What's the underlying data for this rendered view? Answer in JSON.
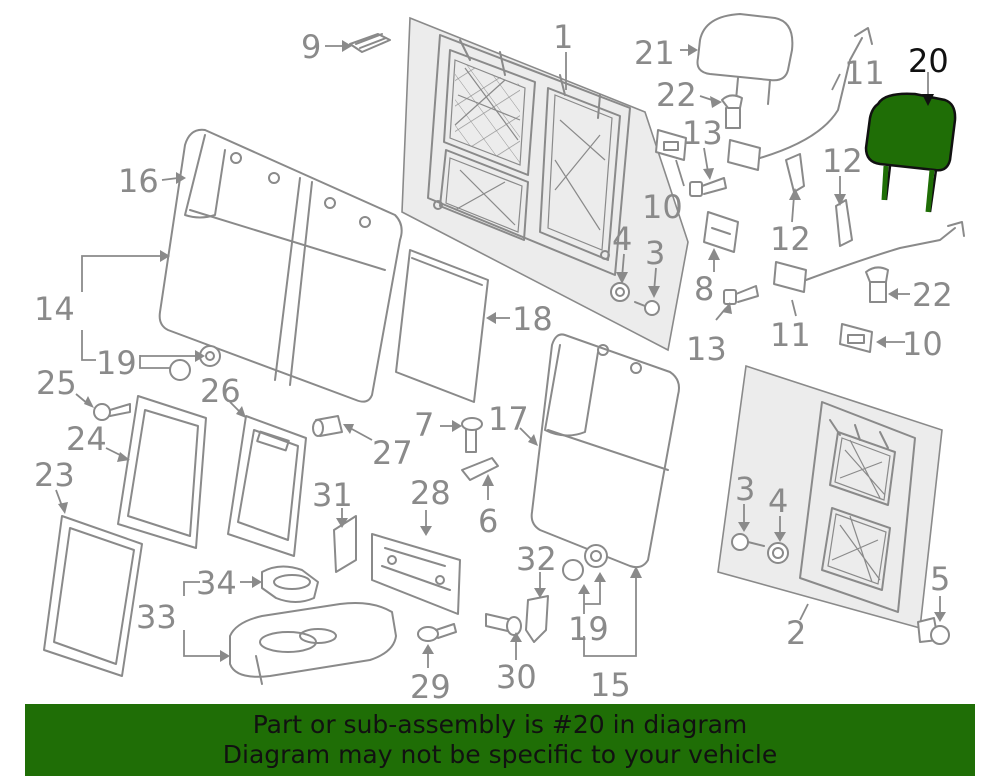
{
  "diagram": {
    "highlight_color": "#1f6e06",
    "line_color": "#8a8a8a",
    "callouts": [
      "1",
      "2",
      "3",
      "3",
      "4",
      "4",
      "5",
      "6",
      "7",
      "8",
      "9",
      "10",
      "10",
      "11",
      "11",
      "12",
      "12",
      "13",
      "13",
      "14",
      "15",
      "16",
      "17",
      "18",
      "19",
      "19",
      "20",
      "21",
      "22",
      "22",
      "23",
      "24",
      "25",
      "26",
      "27",
      "28",
      "29",
      "30",
      "31",
      "32",
      "33",
      "34"
    ]
  },
  "banner": {
    "line1": "Part or sub-assembly is #20 in diagram",
    "line2": "Diagram may not be specific to your vehicle",
    "background": "#1f6e06"
  }
}
